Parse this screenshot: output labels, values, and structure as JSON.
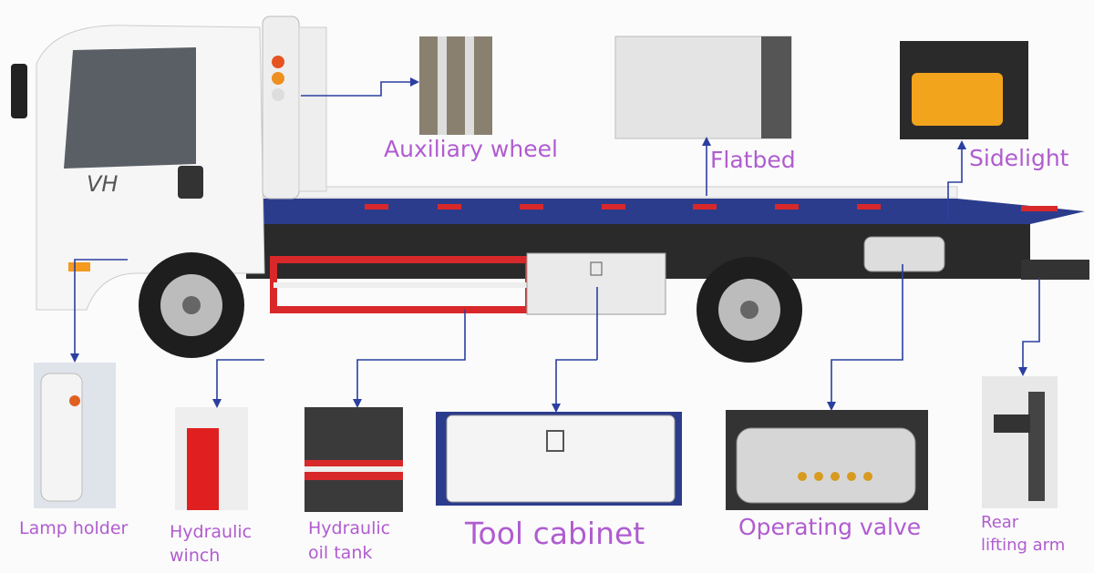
{
  "title": "Flatbed tow truck components",
  "colors": {
    "label": "#b05cd0",
    "arrow": "#2b3fa0",
    "bed": "#2c3c8c",
    "red": "#d8282a"
  },
  "truck": {
    "door_text": "VH"
  },
  "labels": {
    "auxiliary_wheel": "Auxiliary wheel",
    "flatbed": "Flatbed",
    "sidelight": "Sidelight",
    "lamp_holder": "Lamp holder",
    "hydraulic_winch_1": "Hydraulic",
    "hydraulic_winch_2": "winch",
    "hydraulic_oil_tank_1": "Hydraulic",
    "hydraulic_oil_tank_2": "oil tank",
    "tool_cabinet": "Tool cabinet",
    "operating_valve": "Operating valve",
    "rear_lifting_arm_1": "Rear",
    "rear_lifting_arm_2": "lifting arm"
  }
}
